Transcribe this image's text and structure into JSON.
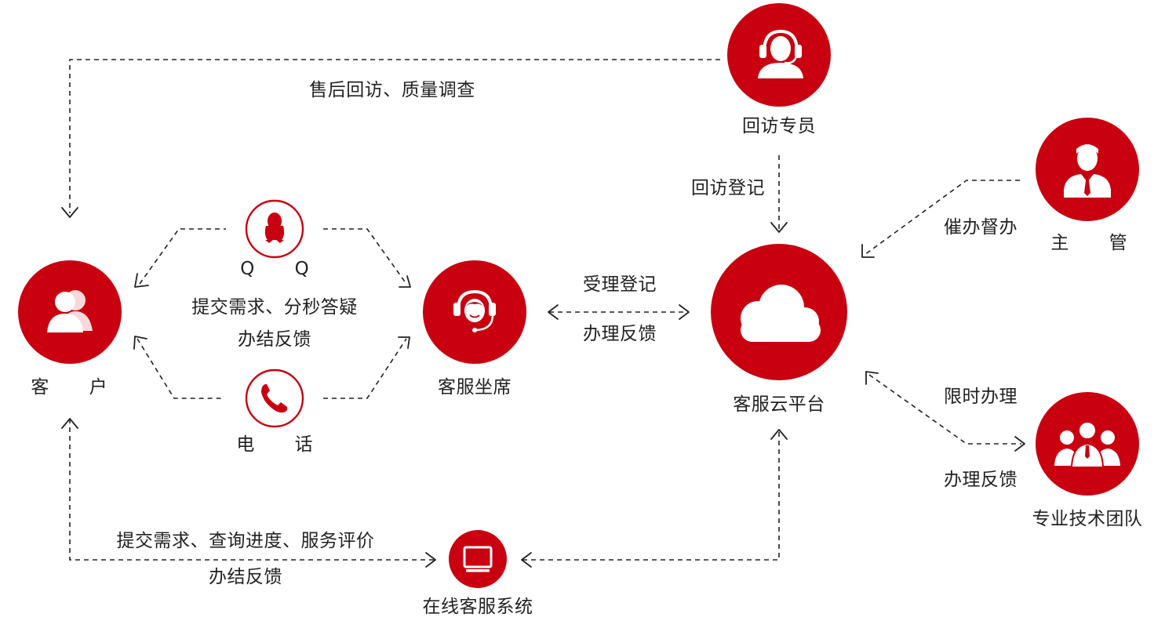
{
  "colors": {
    "accent": "#c8000f",
    "line": "#222222",
    "text": "#222222",
    "background": "#ffffff"
  },
  "nodes": {
    "customer": {
      "label": "客 户",
      "icon": "users-icon"
    },
    "qq": {
      "label": "Q Q",
      "icon": "qq-penguin-icon"
    },
    "phone": {
      "label": "电 话",
      "icon": "phone-icon"
    },
    "agent": {
      "label": "客服坐席",
      "icon": "headset-agent-icon"
    },
    "platform": {
      "label": "客服云平台",
      "icon": "cloud-icon"
    },
    "visitor": {
      "label": "回访专员",
      "icon": "headset-person-icon"
    },
    "supervisor": {
      "label": "主 管",
      "icon": "manager-icon"
    },
    "team": {
      "label": "专业技术团队",
      "icon": "team-icon"
    },
    "online": {
      "label": "在线客服系统",
      "icon": "monitor-icon"
    }
  },
  "edges": {
    "after_sales": "售后回访、质量调查",
    "submit_answer": "提交需求、分秒答疑",
    "close_feedback": "办结反馈",
    "accept_register": "受理登记",
    "handle_feedback": "办理反馈",
    "visit_register": "回访登记",
    "urge": "催办督办",
    "timed_handle": "限时办理",
    "team_feedback": "办理反馈",
    "online_submit": "提交需求、查询进度、服务评价",
    "online_close": "办结反馈"
  }
}
